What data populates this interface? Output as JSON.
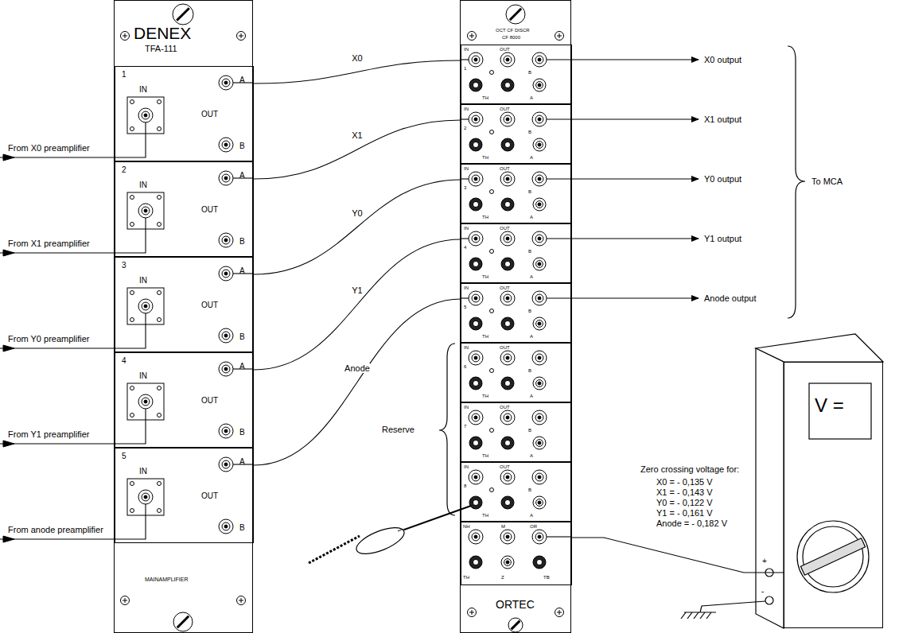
{
  "diagram": {
    "nodes": [
      {
        "text": [
          "DENEX",
          "TFA-111",
          "MAINAMPLIFIER"
        ]
      },
      {
        "text": [
          "1",
          "IN",
          "A",
          "OUT",
          "B"
        ],
        "in": 0
      },
      {
        "text": [
          "2",
          "IN",
          "A",
          "OUT",
          "B"
        ],
        "in": 0
      },
      {
        "text": [
          "3",
          "IN",
          "A",
          "OUT",
          "B"
        ],
        "in": 0
      },
      {
        "text": [
          "4",
          "IN",
          "A",
          "OUT",
          "B"
        ],
        "in": 0
      },
      {
        "text": [
          "5",
          "IN",
          "A",
          "OUT",
          "B"
        ],
        "in": 0
      },
      {
        "text": [
          "OCT CF DISCR",
          "CF 8000",
          "ORTEC"
        ]
      },
      {
        "text": [
          "IN",
          "OUT",
          "1",
          "B",
          "TH",
          "A"
        ],
        "in": 6
      },
      {
        "text": [
          "IN",
          "OUT",
          "2",
          "B",
          "TH",
          "A"
        ],
        "in": 6
      },
      {
        "text": [
          "IN",
          "OUT",
          "3",
          "B",
          "TH",
          "A"
        ],
        "in": 6
      },
      {
        "text": [
          "IN",
          "OUT",
          "4",
          "B",
          "TH",
          "A"
        ],
        "in": 6
      },
      {
        "text": [
          "IN",
          "OUT",
          "5",
          "B",
          "TH",
          "A"
        ],
        "in": 6
      },
      {
        "text": [
          "IN",
          "OUT",
          "6",
          "B",
          "TH",
          "A"
        ],
        "in": 6
      },
      {
        "text": [
          "IN",
          "OUT",
          "7",
          "B",
          "TH",
          "A"
        ],
        "in": 6
      },
      {
        "text": [
          "IN",
          "OUT",
          "8",
          "B",
          "TH",
          "A"
        ],
        "in": 6
      },
      {
        "text": [
          "NH",
          "M",
          "OR",
          "TH",
          "Z",
          "TB"
        ],
        "in": 6
      },
      {
        "text": [
          "V ="
        ]
      }
    ],
    "edges": [
      {
        "from": 1,
        "to": 7,
        "arrow": "none",
        "label": "X0"
      },
      {
        "from": 2,
        "to": 8,
        "arrow": "none",
        "label": "X1"
      },
      {
        "from": 3,
        "to": 9,
        "arrow": "none",
        "label": "Y0"
      },
      {
        "from": 4,
        "to": 10,
        "arrow": "none",
        "label": "Y1"
      },
      {
        "from": 5,
        "to": 11,
        "arrow": "none",
        "label": "Anode"
      },
      {
        "from": 15,
        "to": 16,
        "arrow": "none"
      }
    ],
    "labels": [
      "From X0 preamplifier",
      "From X1 preamplifier",
      "From Y0 preamplifier",
      "From Y1 preamplifier",
      "From anode preamplifier",
      "X0 output",
      "X1 output",
      "Y0 output",
      "Y1 output",
      "Anode output",
      "To MCA",
      "Reserve",
      "Zero crossing voltage for:",
      "X0 = - 0,135 V",
      "X1 = - 0,143 V",
      "Y0 = - 0,122 V",
      "Y1 = - 0,161 V",
      "Anode = - 0,182 V",
      "+",
      "-"
    ]
  }
}
